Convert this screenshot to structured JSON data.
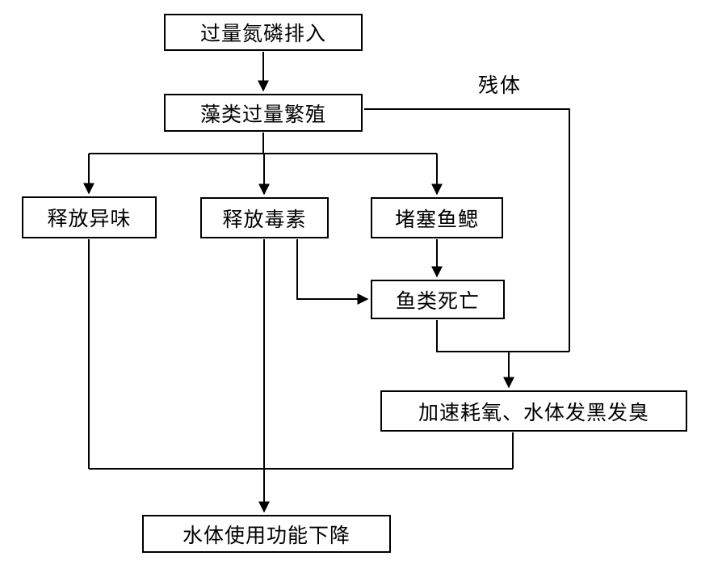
{
  "diagram": {
    "nodes": {
      "excess_np": "过量氮磷排入",
      "algae_bloom": "藻类过量繁殖",
      "residue_label": "残体",
      "odor": "释放异味",
      "toxins": "释放毒素",
      "clog_gills": "堵塞鱼鳃",
      "fish_death": "鱼类死亡",
      "oxygen_depletion": "加速耗氧、水体发黑发臭",
      "function_decline": "水体使用功能下降"
    },
    "line_color": "#000000"
  }
}
